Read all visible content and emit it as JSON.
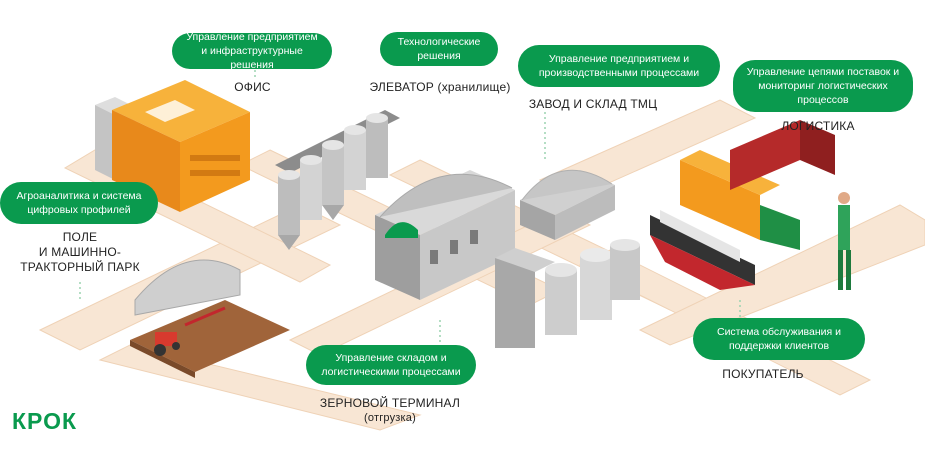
{
  "brand": "КРОК",
  "colors": {
    "accent": "#0a9a4e",
    "path": "#f6e1cc",
    "orange": "#f39a1e",
    "grey": "#c8c8c8",
    "red": "#c2272d"
  },
  "nodes": {
    "office": {
      "pill": "Управление предприятием и инфраструктурные решения",
      "label": "ОФИС"
    },
    "elevator": {
      "pill": "Технологические решения",
      "label": "ЭЛЕВАТОР (хранилище)"
    },
    "plant": {
      "pill": "Управление предприятием и производственными процессами",
      "label": "ЗАВОД И СКЛАД ТМЦ"
    },
    "logistics": {
      "pill": "Управление цепями поставок и мониторинг логистических процессов",
      "label": "ЛОГИСТИКА"
    },
    "field": {
      "pill": "Агроаналитика и система цифровых профилей",
      "label_line1": "ПОЛЕ",
      "label_line2": "И МАШИННО-",
      "label_line3": "ТРАКТОРНЫЙ ПАРК"
    },
    "terminal": {
      "pill": "Управление складом и логистическими процессами",
      "label": "ЗЕРНОВОЙ ТЕРМИНАЛ",
      "sublabel": "(отгрузка)"
    },
    "buyer": {
      "pill": "Система обслуживания и поддержки клиентов",
      "label": "ПОКУПАТЕЛЬ"
    }
  }
}
